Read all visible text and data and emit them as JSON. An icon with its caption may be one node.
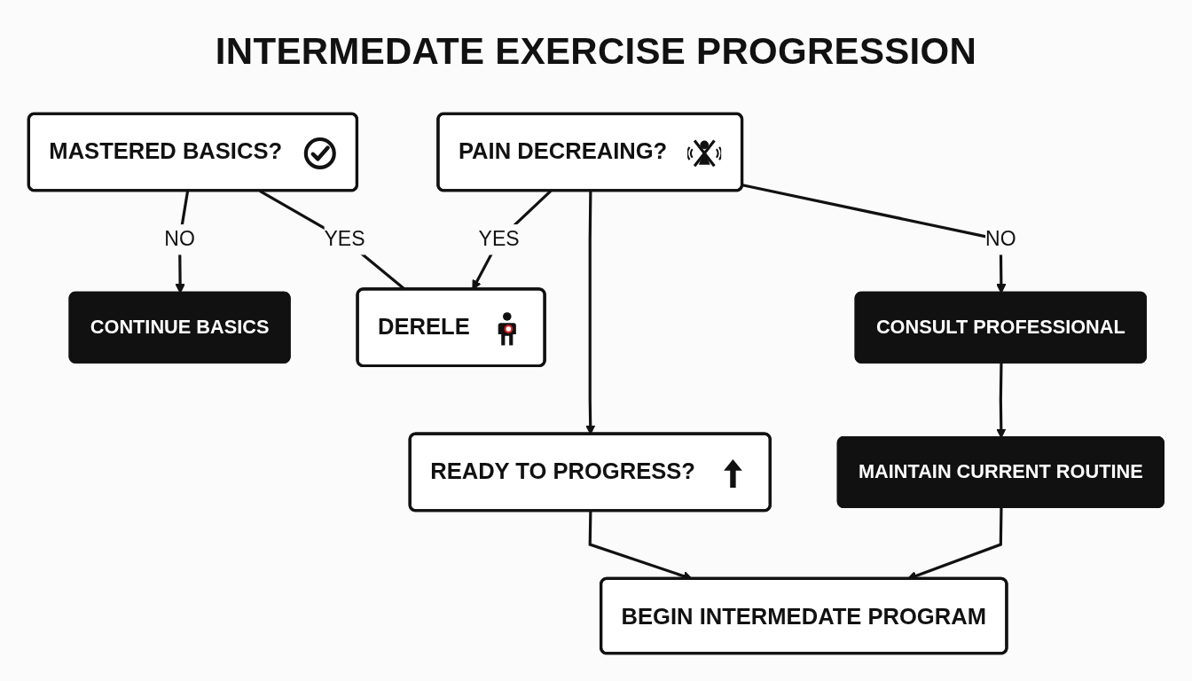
{
  "diagram": {
    "title": "INTERMEDATE EXERCISE PROGRESSION",
    "nodes": [
      {
        "text": [
          "MASTERED BASICS?"
        ]
      },
      {
        "text": [
          "CONTINUE BASICS"
        ]
      },
      {
        "text": [
          "DERELE"
        ]
      },
      {
        "text": [
          "PAIN DECREAING?"
        ]
      },
      {
        "text": [
          "CONSULT PROFESSIONAL"
        ]
      },
      {
        "text": [
          "READY TO PROGRESS?"
        ]
      },
      {
        "text": [
          "MAINTAIN CURRENT ROUTINE"
        ]
      },
      {
        "text": [
          "BEGIN INTERMEDATE PROGRAM"
        ]
      }
    ],
    "edges": [
      {
        "from": 0,
        "to": 1,
        "arrow": "to",
        "label": "NO"
      },
      {
        "from": 0,
        "to": 2,
        "arrow": "none",
        "label": "YES"
      },
      {
        "from": 3,
        "to": 2,
        "arrow": "to",
        "label": "YES"
      },
      {
        "from": 3,
        "to": 4,
        "arrow": "to",
        "label": "NO"
      },
      {
        "from": 3,
        "to": 5,
        "arrow": "to"
      },
      {
        "from": 4,
        "to": 6,
        "arrow": "to"
      },
      {
        "from": 5,
        "to": 7,
        "arrow": "to"
      },
      {
        "from": 6,
        "to": 7,
        "arrow": "to"
      }
    ]
  }
}
